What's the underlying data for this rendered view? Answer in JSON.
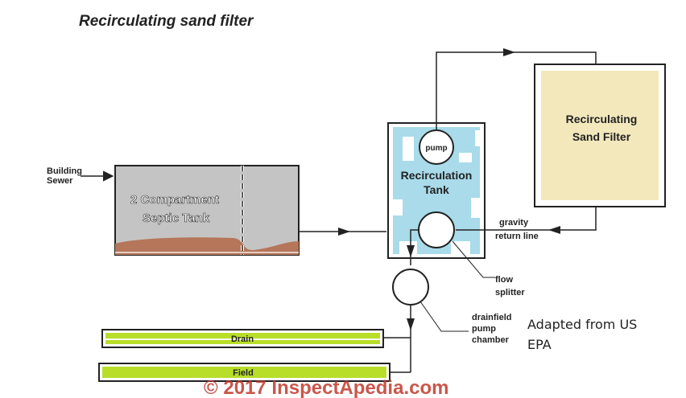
{
  "title": "Recirculating sand filter",
  "labels": {
    "building_sewer_line1": "Building",
    "building_sewer_line2": "Sewer",
    "septic_line1": "2 Compartment",
    "septic_line2": "Septic Tank",
    "pump": "pump",
    "recirc_tank_line1": "Recirculation",
    "recirc_tank_line2": "Tank",
    "sand_filter_line1": "Recirculating",
    "sand_filter_line2": "Sand Filter",
    "gravity_line1": "gravity",
    "gravity_line2": "return line",
    "flow_line1": "flow",
    "flow_line2": "splitter",
    "drainfield_line1": "drainfield",
    "drainfield_line2": "pump",
    "drainfield_line3": "chamber",
    "drain": "Drain",
    "field": "Field"
  },
  "attribution": {
    "line1": "Adapted from US",
    "line2": "EPA"
  },
  "copyright": "© 2017 InspectApedia.com",
  "colors": {
    "outline": "#222222",
    "tank_gray": "#c4c4c4",
    "sludge_brown": "#b5765a",
    "water_blue": "#a9dbea",
    "sand_beige": "#f3e8bc",
    "drain_green": "#b8de2a",
    "copyright_red": "#c0392b"
  }
}
